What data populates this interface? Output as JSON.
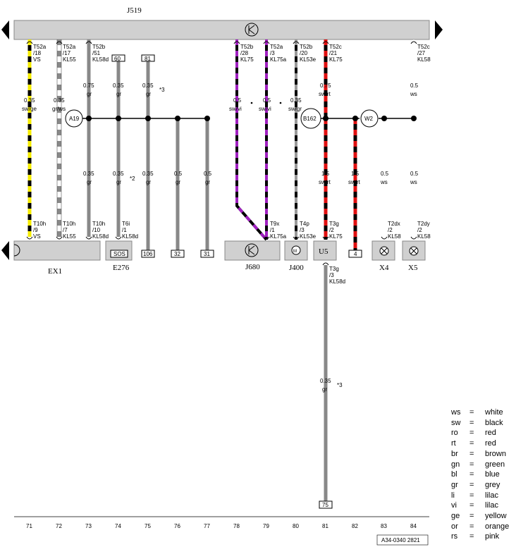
{
  "top_unit": "J519",
  "modules": {
    "ex1": "EX1",
    "e276": "E276",
    "e276_box": "SOS",
    "j680": "J680",
    "j400": "J400",
    "u5": "U5",
    "x4": "X4",
    "x5": "X5",
    "a19": "A19",
    "b162": "B162",
    "w2": "W2"
  },
  "top_pins": [
    {
      "id": "p71",
      "l1": "T52a",
      "l2": "/18",
      "l3": "VS"
    },
    {
      "id": "p72",
      "l1": "T52a",
      "l2": "/17",
      "l3": "KL55"
    },
    {
      "id": "p73",
      "l1": "T52b",
      "l2": "/51",
      "l3": "KL58d"
    },
    {
      "id": "p78",
      "l1": "T52b",
      "l2": "/28",
      "l3": "KL75"
    },
    {
      "id": "p79",
      "l1": "T52a",
      "l2": "/3",
      "l3": "KL75a"
    },
    {
      "id": "p80",
      "l1": "T52b",
      "l2": "/20",
      "l3": "KL53e"
    },
    {
      "id": "p81",
      "l1": "T52c",
      "l2": "/21",
      "l3": "KL75"
    },
    {
      "id": "p84",
      "l1": "T52c",
      "l2": "/27",
      "l3": "KL58"
    }
  ],
  "top_boxes": {
    "b74": "60",
    "b75": "81"
  },
  "upper_wires": [
    {
      "id": "w71",
      "size": "0.35",
      "color": "sw/ge"
    },
    {
      "id": "w72",
      "size": "0.35",
      "color": "gr/ws"
    },
    {
      "id": "w73",
      "size": "0.75",
      "color": "gr"
    },
    {
      "id": "w74",
      "size": "0.35",
      "color": "gr"
    },
    {
      "id": "w75",
      "size": "0.35",
      "color": "gr"
    },
    {
      "id": "w78",
      "size": "0.5",
      "color": "sw/vi"
    },
    {
      "id": "w79",
      "size": "0.5",
      "color": "sw/vi"
    },
    {
      "id": "w80",
      "size": "0.35",
      "color": "sw/gr"
    },
    {
      "id": "w81",
      "size": "0.75",
      "color": "sw/rt"
    },
    {
      "id": "w84",
      "size": "0.5",
      "color": "ws"
    }
  ],
  "lower_wires": [
    {
      "id": "l73",
      "size": "0.35",
      "color": "gr"
    },
    {
      "id": "l74",
      "size": "0.35",
      "color": "gr"
    },
    {
      "id": "l75",
      "size": "0.35",
      "color": "gr"
    },
    {
      "id": "l76",
      "size": "0.5",
      "color": "gr"
    },
    {
      "id": "l77",
      "size": "0.5",
      "color": "gr"
    },
    {
      "id": "l81",
      "size": "1.5",
      "color": "sw/rt"
    },
    {
      "id": "l82",
      "size": "1.5",
      "color": "sw/rt"
    },
    {
      "id": "l83",
      "size": "0.5",
      "color": "ws"
    },
    {
      "id": "l84",
      "size": "0.5",
      "color": "ws"
    }
  ],
  "notes": {
    "n75": "*3",
    "n74": "*2",
    "n81": "*3"
  },
  "bottom_pins": [
    {
      "id": "q71",
      "l1": "T10h",
      "l2": "/9",
      "l3": "VS"
    },
    {
      "id": "q72",
      "l1": "T10h",
      "l2": "/7",
      "l3": "KL55"
    },
    {
      "id": "q73",
      "l1": "T10h",
      "l2": "/10",
      "l3": "KL58d"
    },
    {
      "id": "q74",
      "l1": "T6i",
      "l2": "/1",
      "l3": "KL58d"
    },
    {
      "id": "q79",
      "l1": "T9x",
      "l2": "/1",
      "l3": "KL75a"
    },
    {
      "id": "q80",
      "l1": "T4p",
      "l2": "/3",
      "l3": "KL53e"
    },
    {
      "id": "q81",
      "l1": "T3g",
      "l2": "/2",
      "l3": "KL75"
    },
    {
      "id": "q83",
      "l1": "T2dx",
      "l2": "/2",
      "l3": "KL58"
    },
    {
      "id": "q84",
      "l1": "T2dy",
      "l2": "/2",
      "l3": "KL58"
    }
  ],
  "bottom_boxes": {
    "b75": "106",
    "b76": "32",
    "b77": "31",
    "b82": "4",
    "b81": "75"
  },
  "lower_pin_81": {
    "l1": "T3g",
    "l2": "/3",
    "l3": "KL58d"
  },
  "long_wire": {
    "size": "0.35",
    "color": "gr"
  },
  "track_numbers": [
    "71",
    "72",
    "73",
    "74",
    "75",
    "76",
    "77",
    "78",
    "79",
    "80",
    "81",
    "82",
    "83",
    "84"
  ],
  "doc_id": "A34-0340 2821",
  "legend": [
    {
      "code": "ws",
      "eq": "=",
      "name": "white"
    },
    {
      "code": "sw",
      "eq": "=",
      "name": "black"
    },
    {
      "code": "ro",
      "eq": "=",
      "name": "red"
    },
    {
      "code": "rt",
      "eq": "=",
      "name": "red"
    },
    {
      "code": "br",
      "eq": "=",
      "name": "brown"
    },
    {
      "code": "gn",
      "eq": "=",
      "name": "green"
    },
    {
      "code": "bl",
      "eq": "=",
      "name": "blue"
    },
    {
      "code": "gr",
      "eq": "=",
      "name": "grey"
    },
    {
      "code": "li",
      "eq": "=",
      "name": "lilac"
    },
    {
      "code": "vi",
      "eq": "=",
      "name": "lilac"
    },
    {
      "code": "ge",
      "eq": "=",
      "name": "yellow"
    },
    {
      "code": "or",
      "eq": "=",
      "name": "orange"
    },
    {
      "code": "rs",
      "eq": "=",
      "name": "pink"
    }
  ]
}
